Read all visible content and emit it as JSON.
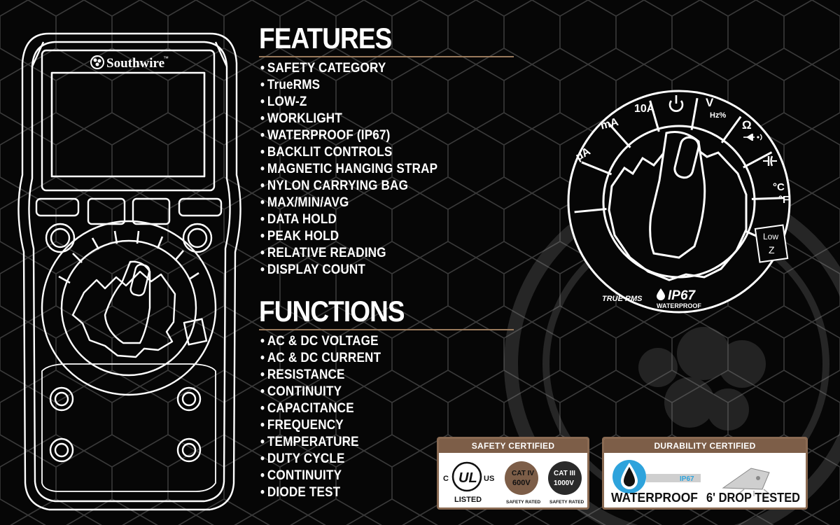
{
  "colors": {
    "background": "#060606",
    "accent": "#9a7a5c",
    "badge_header": "#7d5e48",
    "line": "#ffffff"
  },
  "meter": {
    "brand": "Southwire",
    "trademark": "™"
  },
  "features": {
    "title": "FEATURES",
    "items": [
      "SAFETY CATEGORY",
      "TrueRMS",
      "LOW-Z",
      "WORKLIGHT",
      "WATERPROOF (IP67)",
      "BACKLIT CONTROLS",
      "MAGNETIC HANGING STRAP",
      "NYLON CARRYING BAG",
      "MAX/MIN/AVG",
      "DATA HOLD",
      "PEAK HOLD",
      "RELATIVE READING",
      "DISPLAY COUNT"
    ]
  },
  "functions": {
    "title": "FUNCTIONS",
    "items": [
      "AC & DC VOLTAGE",
      "AC & DC CURRENT",
      "RESISTANCE",
      "CONTINUITY",
      "CAPACITANCE",
      "FREQUENCY",
      "TEMPERATURE",
      "DUTY CYCLE",
      "CONTINUITY",
      "DIODE TEST"
    ]
  },
  "dial": {
    "labels": {
      "ua": "μA",
      "ma": "mA",
      "ten_a": "10A",
      "power_icon": "power-icon",
      "volt": "V",
      "hz": "Hz%",
      "ohm": "Ω",
      "diode": "diode-continuity-icon",
      "capacitor": "capacitor-icon",
      "celsius": "°C",
      "fahrenheit": "°F",
      "low": "Low",
      "z": "Z"
    },
    "truerms": "TRUE RMS",
    "ip67": "IP67",
    "waterproof": "WATERPROOF"
  },
  "safety": {
    "title": "SAFETY CERTIFIED",
    "ul_c": "C",
    "ul_mark": "UL",
    "ul_us": "US",
    "ul_listed": "LISTED",
    "cat4": "CAT IV",
    "cat4_v": "600V",
    "cat3": "CAT III",
    "cat3_v": "1000V",
    "rated": "SAFETY RATED"
  },
  "durability": {
    "title": "DURABILITY CERTIFIED",
    "ip67": "IP67",
    "waterproof": "WATERPROOF",
    "drop": "6' DROP TESTED"
  }
}
